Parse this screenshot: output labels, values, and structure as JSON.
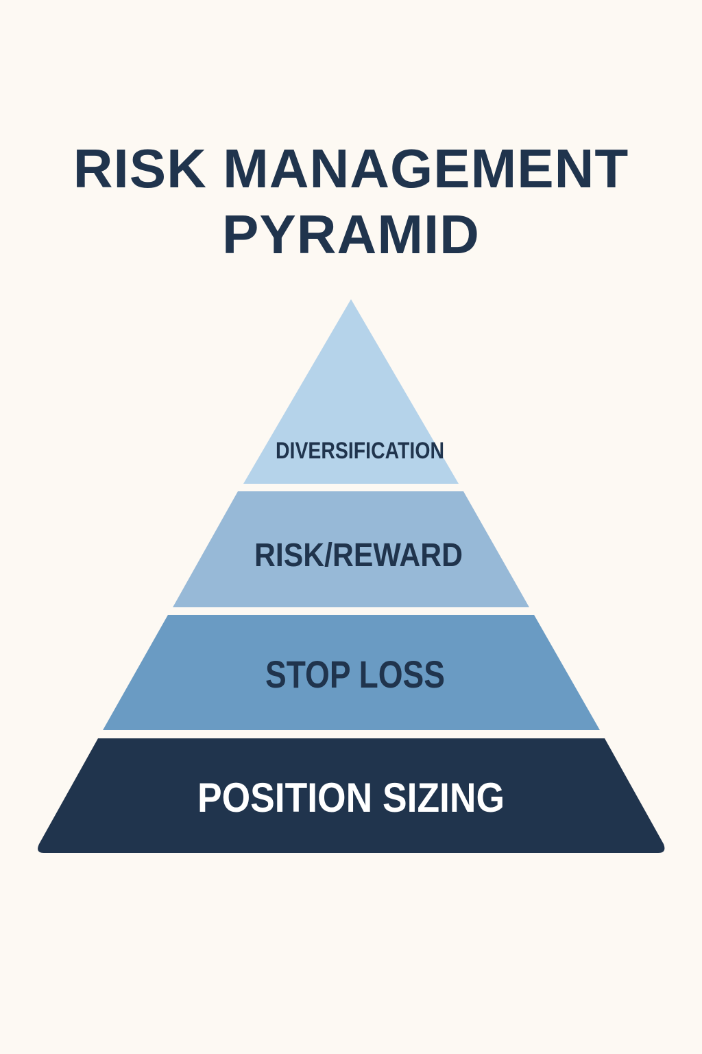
{
  "title": {
    "line1": "RISK MANAGEMENT",
    "line2": "PYRAMID"
  },
  "levels": [
    {
      "label": "DIVERSIFICATION",
      "color": "#b5d3ea",
      "text_color": "#20344d"
    },
    {
      "label": "RISK/REWARD",
      "color": "#97b9d7",
      "text_color": "#20344d"
    },
    {
      "label": "STOP LOSS",
      "color": "#6a9bc3",
      "text_color": "#20344d"
    },
    {
      "label": "POSITION SIZING",
      "color": "#20344d",
      "text_color": "#ffffff"
    }
  ]
}
